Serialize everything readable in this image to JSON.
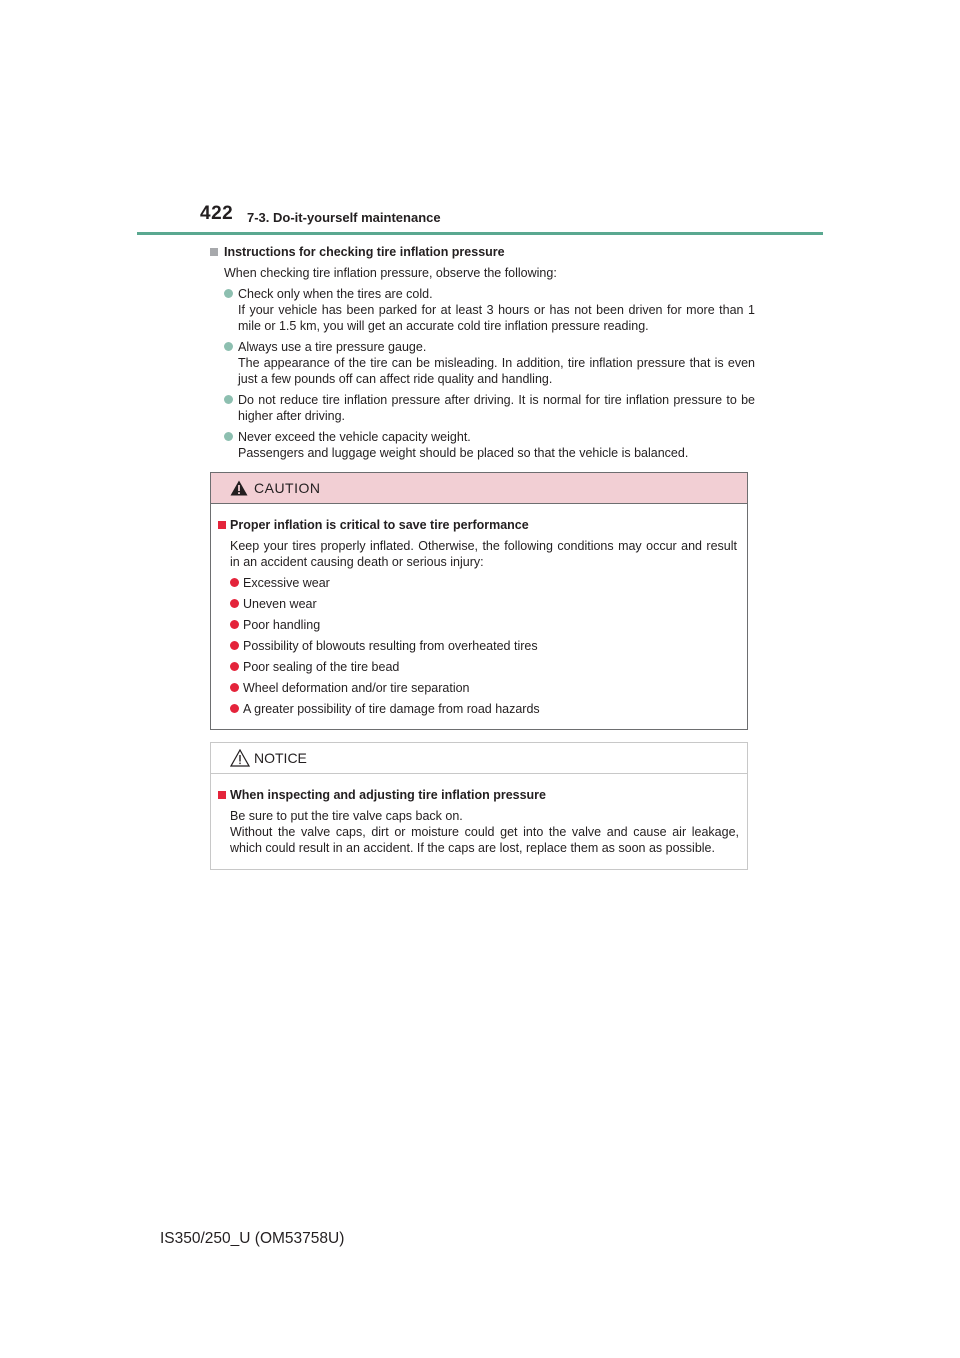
{
  "header": {
    "page_number": "422",
    "section_title": "7-3. Do-it-yourself maintenance"
  },
  "content": {
    "heading": "Instructions for checking tire inflation pressure",
    "intro": "When checking tire inflation pressure, observe the following:",
    "bullets": [
      {
        "line1": "Check only when the tires are cold.",
        "line2": "If your vehicle has been parked for at least 3 hours or has not been driven for more than 1 mile or 1.5 km, you will get an accurate cold tire inflation pressure reading."
      },
      {
        "line1": "Always use a tire pressure gauge.",
        "line2": "The appearance of the tire can be misleading. In addition, tire inflation pressure that is even just a few pounds off can affect ride quality and handling."
      },
      {
        "line1": "Do not reduce tire inflation pressure after driving. It is normal for tire inflation pressure to be higher after driving.",
        "line2": ""
      },
      {
        "line1": "Never exceed the vehicle capacity weight.",
        "line2": "Passengers and luggage weight should be placed so that the vehicle is balanced."
      }
    ]
  },
  "caution": {
    "title": "CAUTION",
    "heading": "Proper inflation is critical to save tire performance",
    "text": "Keep your tires properly inflated. Otherwise, the following conditions may occur and result in an accident causing death or serious injury:",
    "items": [
      "Excessive wear",
      "Uneven wear",
      "Poor handling",
      "Possibility of blowouts resulting from overheated tires",
      "Poor sealing of the tire bead",
      "Wheel deformation and/or tire separation",
      "A greater possibility of tire damage from road hazards"
    ]
  },
  "notice": {
    "title": "NOTICE",
    "heading": "When inspecting and adjusting tire inflation pressure",
    "line1": "Be sure to put the tire valve caps back on.",
    "line2": "Without the valve caps, dirt or moisture could get into the valve and cause air leakage, which could result in an accident. If the caps are lost, replace them as soon as possible."
  },
  "footer": {
    "model": "IS350/250_U (OM53758U)"
  },
  "colors": {
    "accent_rule": "#5aa890",
    "bullet_green": "#8dbfb0",
    "caution_header": "#f2cfd4",
    "caution_red": "#e4243b"
  }
}
